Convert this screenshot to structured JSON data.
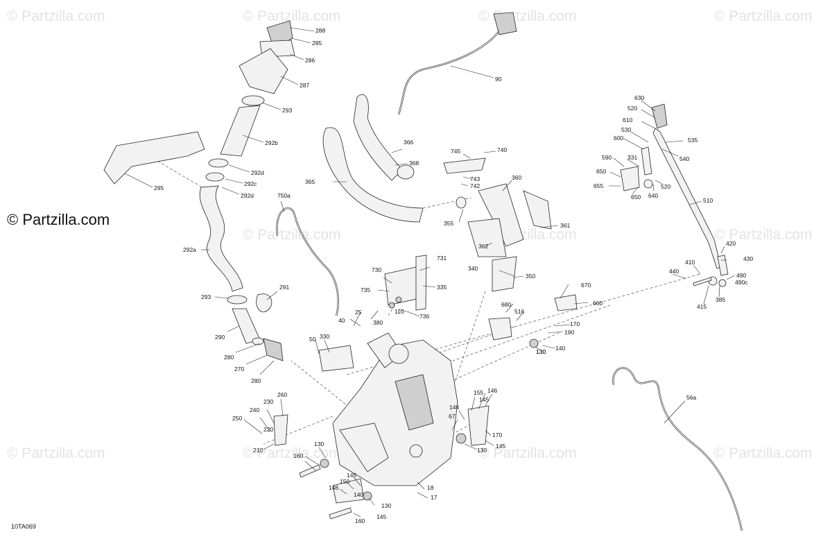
{
  "brand": "© Partzilla.com",
  "watermark": "© Partzilla.com",
  "figure_id": "10TA069",
  "callouts": [
    "288",
    "285",
    "286",
    "287",
    "293",
    "292b",
    "292d",
    "292c",
    "292d",
    "295",
    "292a",
    "293",
    "291",
    "290",
    "280",
    "270",
    "280",
    "260",
    "230",
    "240",
    "250",
    "220",
    "210",
    "160",
    "145",
    "150",
    "146",
    "140",
    "130",
    "160",
    "145",
    "17",
    "18",
    "130",
    "130",
    "67",
    "146",
    "155",
    "145",
    "146",
    "170",
    "145",
    "130",
    "680",
    "516",
    "170",
    "190",
    "140",
    "130",
    "670",
    "660",
    "50",
    "330",
    "40",
    "25",
    "380",
    "110",
    "736",
    "735",
    "730",
    "731",
    "335",
    "350",
    "340",
    "362",
    "361",
    "360",
    "355",
    "365",
    "366",
    "368",
    "745",
    "740",
    "743",
    "742",
    "750a",
    "90",
    "630",
    "520",
    "610",
    "530",
    "600",
    "535",
    "540",
    "331",
    "590",
    "650",
    "655",
    "650",
    "640",
    "520",
    "510",
    "420",
    "410",
    "430",
    "440",
    "490",
    "490c",
    "415",
    "385",
    "56a"
  ]
}
